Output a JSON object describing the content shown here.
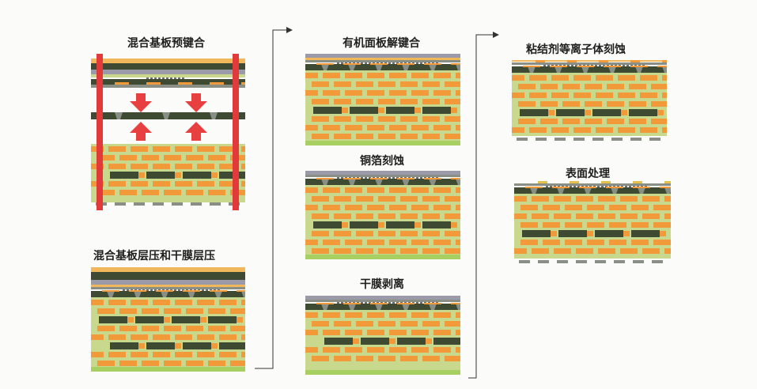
{
  "steps": [
    {
      "label": "混合基板预键合"
    },
    {
      "label": "混合基板层压和干膜层压"
    },
    {
      "label": "有机面板解键合"
    },
    {
      "label": "铜箔刻蚀"
    },
    {
      "label": "干膜剥离"
    },
    {
      "label": "粘结剂等离子体刻蚀"
    },
    {
      "label": "表面处理"
    }
  ],
  "colors": {
    "copper": "#f29a3a",
    "dielectric": "#c8d98e",
    "dark_layer": "#3f4a33",
    "pad": "#8a8f86",
    "glass": "#9a9aa8",
    "foil": "#f0b85a",
    "bottom": "#a8cf62",
    "clamp": "#e23a3a",
    "arrow": "#e84040",
    "connector": "#333333"
  }
}
